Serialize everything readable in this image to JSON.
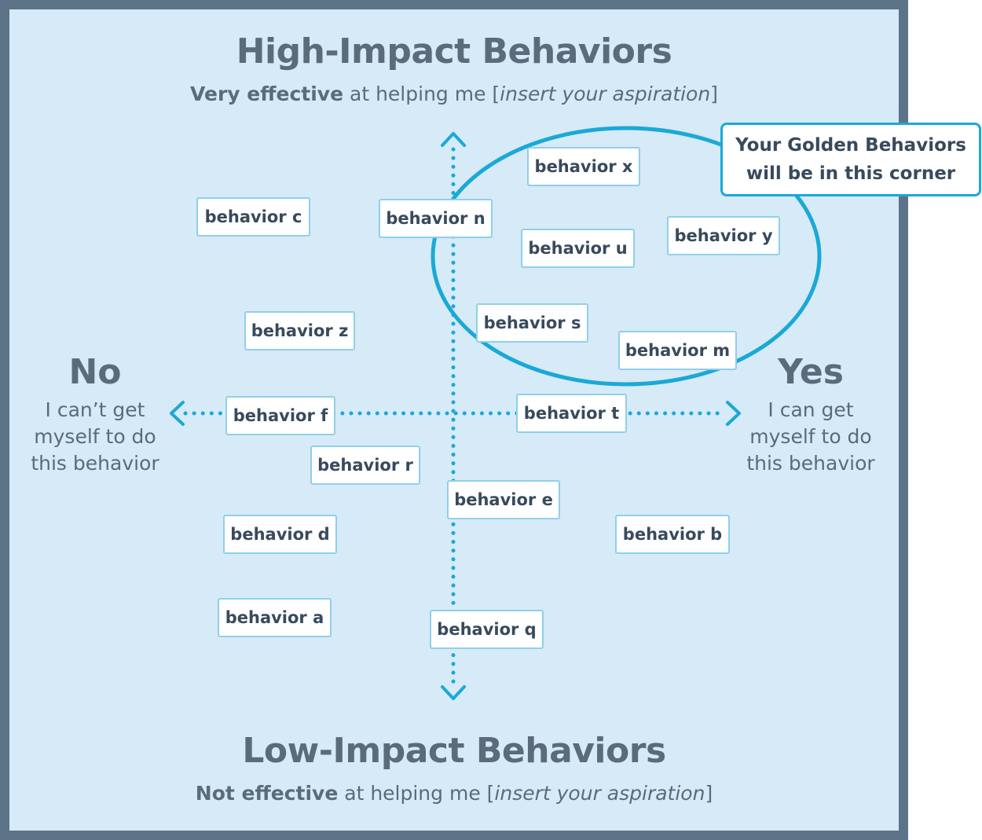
{
  "top": {
    "title": "High-Impact Behaviors",
    "subtitle_strong": "Very effective",
    "subtitle_mid": " at helping me [",
    "subtitle_italic": "insert your aspiration",
    "subtitle_end": "]"
  },
  "bottom": {
    "title": "Low-Impact Behaviors",
    "subtitle_strong": "Not effective",
    "subtitle_mid": " at helping me [",
    "subtitle_italic": "insert your aspiration",
    "subtitle_end": "]"
  },
  "left_axis": {
    "head": "No",
    "line1": "I can’t get",
    "line2": "myself to do",
    "line3": "this behavior"
  },
  "right_axis": {
    "head": "Yes",
    "line1": "I can get",
    "line2": "myself to do",
    "line3": "this behavior"
  },
  "callout": {
    "line1": "Your Golden Behaviors",
    "line2": "will be in this corner"
  },
  "behaviors": [
    "behavior x",
    "behavior c",
    "behavior n",
    "behavior u",
    "behavior y",
    "behavior z",
    "behavior s",
    "behavior m",
    "behavior f",
    "behavior t",
    "behavior r",
    "behavior e",
    "behavior d",
    "behavior b",
    "behavior a",
    "behavior q"
  ],
  "colors": {
    "background": "#d7eaf7",
    "frame": "#5c7388",
    "accent": "#1aa9d6",
    "text": "#5a6c7c",
    "chip_text": "#384a5c"
  }
}
